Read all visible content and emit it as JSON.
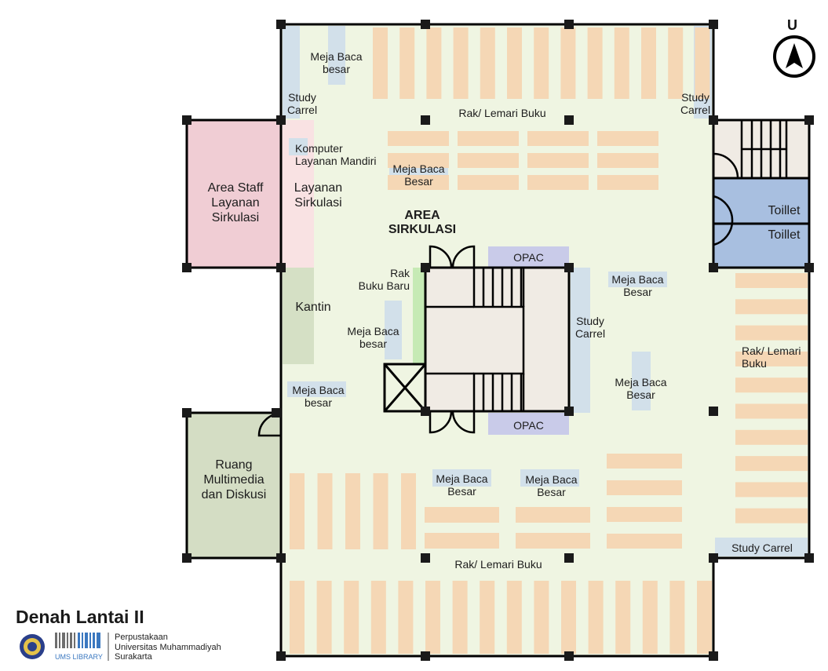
{
  "map": {
    "title": "Denah Lantai II",
    "north_label": "U",
    "organization": "Perpustakaan\nUniversitas Muhammadiyah\nSurakarta",
    "logo_text": "UMS LIBRARY",
    "colors": {
      "floor": "#eff5e2",
      "shelf": "#f5d7b5",
      "reading_table": "#d2e0ea",
      "staff_area": "#f0cdd4",
      "service_area": "#f9e2e3",
      "canteen": "#d5e0c5",
      "multimedia": "#d4ddc4",
      "toilet": "#a8bfe0",
      "stair_core": "#f0ebe4",
      "new_books_rack": "#c6eab5",
      "opac": "#c9cbe9"
    },
    "labels": {
      "meja_baca_top": "Meja Baca\nbesar",
      "study_carrel_nw": "Study\nCarrel",
      "study_carrel_ne": "Study\nCarrel",
      "rak_top": "Rak/ Lemari Buku",
      "komputer": "Komputer\nLayanan Mandiri",
      "meja_baca_center_top": "Meja Baca\nBesar",
      "area_staff": "Area Staff\nLayanan\nSirkulasi",
      "layanan_sirkulasi": "Layanan\nSirkulasi",
      "area_sirkulasi": "AREA\nSIRKULASI",
      "toilet_1": "Toillet",
      "toilet_2": "Toillet",
      "opac_top": "OPAC",
      "opac_bottom": "OPAC",
      "rak_buku_baru": "Rak\nBuku Baru",
      "meja_baca_east_top": "Meja Baca\nBesar",
      "kantin": "Kantin",
      "meja_baca_left_center": "Meja Baca\nbesar",
      "study_carrel_center": "Study\nCarrel",
      "rak_east": "Rak/ Lemari\nBuku",
      "meja_baca_east_mid": "Meja Baca\nBesar",
      "meja_baca_west": "Meja Baca\nbesar",
      "ruang_multimedia": "Ruang\nMultimedia\ndan Diskusi",
      "meja_baca_south_1": "Meja Baca\nBesar",
      "meja_baca_south_2": "Meja Baca\nBesar",
      "study_carrel_se": "Study Carrel",
      "rak_bottom": "Rak/ Lemari Buku"
    }
  }
}
